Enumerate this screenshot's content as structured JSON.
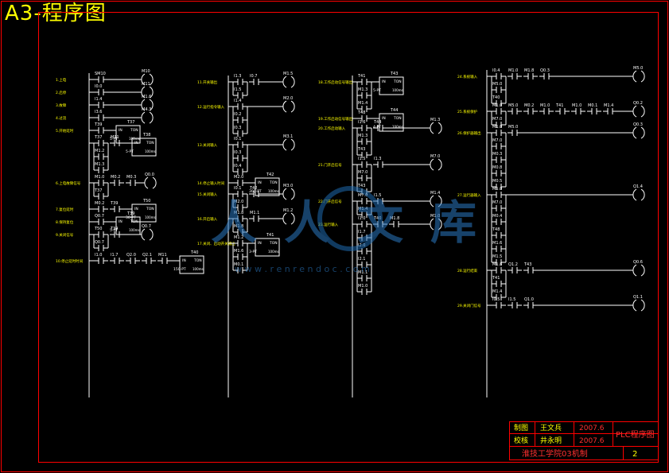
{
  "title": "A3-程序图",
  "watermark": {
    "text": "人人文库",
    "url": "w w w . r e n r e n d o c . c o m"
  },
  "title_block": {
    "drawn_label": "制图",
    "drawn_name": "王文兵",
    "drawn_date": "2007.6",
    "check_label": "校核",
    "check_name": "井永明",
    "check_date": "2007.6",
    "drawing_title": "PLC程序图",
    "school": "淮技工学院03机制",
    "sheet_no": "2"
  },
  "colors": {
    "frame": "#ff0000",
    "wire": "#ffffff",
    "label": "#ffff00",
    "title": "#ffff00"
  },
  "col1": [
    {
      "label": "1.上电",
      "contacts": [
        "SM10"
      ],
      "coil": "M10"
    },
    {
      "label": "2.启停",
      "contacts": [
        "I0.0"
      ],
      "coil": "M11"
    },
    {
      "label": "3.故障",
      "contacts": [
        "I1.4"
      ],
      "coil": "M1.6"
    },
    {
      "label": "4.过流",
      "contacts": [
        "I3.6"
      ],
      "coil": "M4.3"
    },
    {
      "label": "5.开始延时",
      "contacts": [
        "T39"
      ],
      "timer": {
        "name": "T37",
        "pt": "5",
        "base": "100ms"
      }
    },
    {
      "label": "",
      "contacts": [
        "T37",
        "M11"
      ],
      "branch": [
        "M1.2",
        "M1.3"
      ],
      "timer": {
        "name": "T38",
        "pt": "5",
        "base": "100ms"
      }
    },
    {
      "label": "6.上电故障信号",
      "contacts": [
        "M1.0",
        "M0.2",
        "M0.3"
      ],
      "coil": "Q0.0",
      "branch": [
        "T37"
      ]
    },
    {
      "label": "7.复位延时",
      "contacts": [
        "M0.2",
        "T39"
      ],
      "timer": {
        "name": "T50",
        "pt": "30",
        "base": "100ms"
      }
    },
    {
      "label": "8.保持复位",
      "contacts": [
        "Q0.7"
      ],
      "timer": {
        "name": "T39",
        "pt": "5",
        "base": "100ms"
      }
    },
    {
      "label": "9.关闭信号",
      "contacts": [
        "T50",
        "T39"
      ],
      "coil": "Q0.7",
      "branch": [
        "Q0.7"
      ]
    },
    {
      "label": "10.停止延时时间",
      "contacts": [
        "I1.0",
        "I1.7",
        "Q2.0",
        "Q2.1",
        "M11"
      ],
      "timer": {
        "name": "T40",
        "pt": "150",
        "base": "100ms"
      }
    }
  ],
  "col2": [
    {
      "label": "11.开关输出",
      "contacts": [
        "I1.3",
        "I0.7"
      ],
      "coil": "M1.5",
      "branch": [
        "I1.5"
      ]
    },
    {
      "label": "12.运行指令输入",
      "contacts": [
        "I1.4"
      ],
      "coil": "M2.0",
      "branch": [
        "I0.2",
        "I0.3"
      ]
    },
    {
      "label": "13.关闭输入",
      "contacts": [
        "I0.1"
      ],
      "coil": "M3.1",
      "branch": [
        "I0.3",
        "I0.4"
      ]
    },
    {
      "label": "14.停止输入时间",
      "contacts": [
        "M2.0"
      ],
      "timer": {
        "name": "T42",
        "pt": "300",
        "base": "100ms"
      }
    },
    {
      "label": "15.关闭输入",
      "contacts": [
        "I0.1",
        "T42"
      ],
      "coil": "M3.0",
      "branch": [
        "M2.0"
      ]
    },
    {
      "label": "16.开启输入",
      "contacts": [
        "M1.8",
        "M1.1"
      ],
      "coil": "M1.2",
      "branch": [
        "M1.8"
      ]
    },
    {
      "label": "17.关闭、启动开关输出",
      "contacts": [
        "M1.2"
      ],
      "timer": {
        "name": "T41",
        "pt": "3",
        "base": "100ms"
      },
      "branch": [
        "M1.6",
        "M0.1"
      ]
    }
  ],
  "col3": [
    {
      "label": "18.工作启动信号输出",
      "contacts": [
        "T41"
      ],
      "timer": {
        "name": "T43",
        "pt": "5",
        "base": "100ms"
      },
      "branch": [
        "M1.3",
        "M1.4"
      ]
    },
    {
      "label": "19.工作启动信号输出",
      "contacts": [
        "T48"
      ],
      "timer": {
        "name": "T44",
        "pt": "4",
        "base": "100ms"
      }
    },
    {
      "label": "20.工作启动输入",
      "contacts": [
        "I1.6",
        "T44"
      ],
      "coil": "M1.3",
      "branch": [
        "M1.3",
        "T43"
      ]
    },
    {
      "label": "21.门开启信号",
      "contacts": [
        "I1.5",
        "I1.3"
      ],
      "coil": "M7.0",
      "branch": [
        "M7.0",
        "T43"
      ]
    },
    {
      "label": "22.门开启信号",
      "contacts": [
        "M7.0",
        "I1.5"
      ],
      "coil": "M1.4",
      "branch": [
        "M1.4"
      ]
    },
    {
      "label": "23.运行输入",
      "contacts": [
        "I1.0",
        "T40",
        "M1.8"
      ],
      "coil": "M1.0",
      "branch": [
        "I1.7",
        "I2.0",
        "I2.1",
        "M1.1",
        "M1.0"
      ],
      "sub": "M3.1"
    }
  ],
  "col4": [
    {
      "label": "24.系统输入",
      "contacts": [
        "I0.4",
        "M1.0",
        "M1.8",
        "Q0.3"
      ],
      "coil": "M5.0",
      "branch": [
        "M5.0",
        "T40"
      ]
    },
    {
      "label": "25.系统保护",
      "contacts": [
        "M1.0",
        "M5.0",
        "M0.2",
        "M1.0",
        "T41",
        "M1.0",
        "M0.1",
        "M1.4"
      ],
      "coil": "Q0.2",
      "branch": [
        "M7.0"
      ]
    },
    {
      "label": "26.保护器输出",
      "contacts": [
        "M1.0",
        "M5.0"
      ],
      "coil": "Q0.3",
      "branch": [
        "M7.0",
        "M0.3",
        "M0.8",
        "M0.5"
      ]
    },
    {
      "label": "27.运行器输入",
      "contacts": [
        "M5.0"
      ],
      "coil": "Q1.4",
      "branch": [
        "M7.0",
        "M0.4",
        "T48",
        "M1.6",
        "M1.5"
      ]
    },
    {
      "label": "28.运行结束",
      "contacts": [
        "M1.8",
        "Q1.2",
        "T43"
      ],
      "coil": "Q0.6",
      "branch": [
        "T41",
        "M1.4"
      ]
    },
    {
      "label": "29.关闭门信号",
      "contacts": [
        "I0.5",
        "I1.5",
        "Q1.0"
      ],
      "coil": "Q1.1"
    }
  ]
}
